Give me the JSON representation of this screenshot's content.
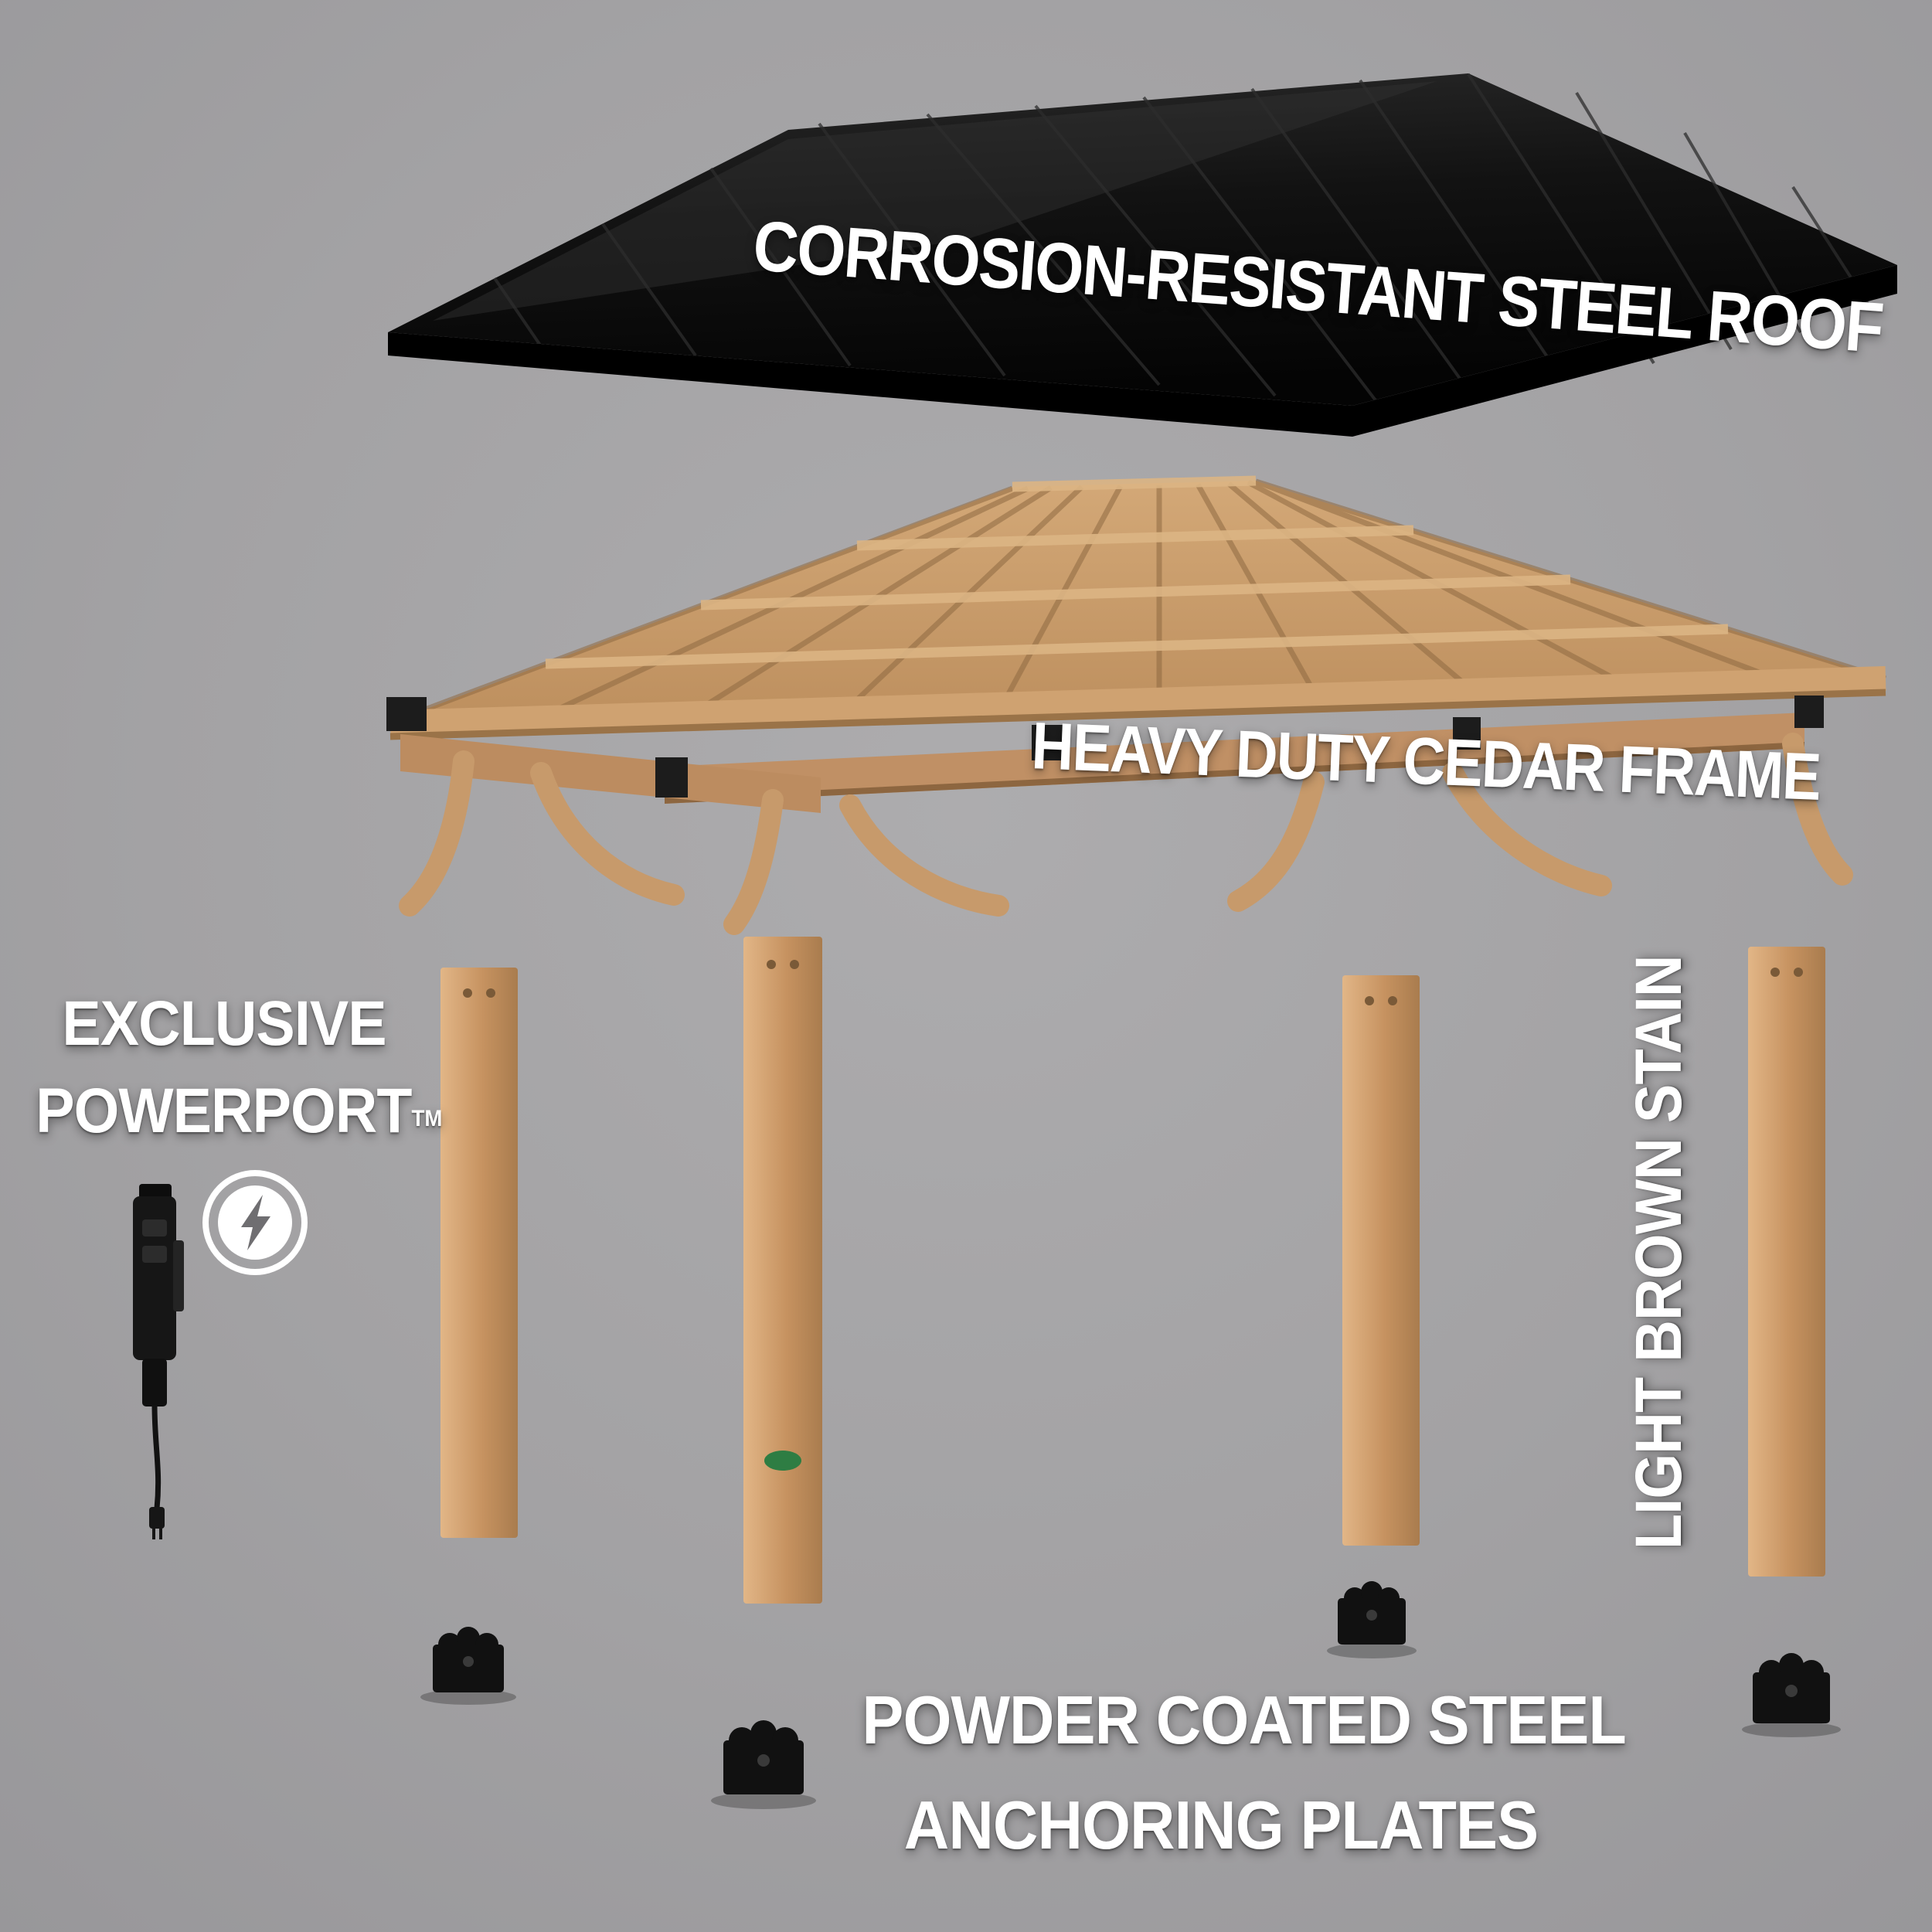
{
  "diagram": {
    "type": "exploded-product-diagram",
    "subject": "wood gazebo with steel roof",
    "background_color": "#a3a2a4",
    "label_color": "#ffffff"
  },
  "labels": {
    "roof": "CORROSION-RESISTANT STEEL ROOF",
    "frame": "HEAVY DUTY CEDAR FRAME",
    "powerport_line1": "EXCLUSIVE",
    "powerport_line2": "POWERPORT",
    "powerport_tm": "TM",
    "stain": "LIGHT BROWN STAIN",
    "anchors_line1": "POWDER COATED STEEL",
    "anchors_line2": "ANCHORING PLATES"
  },
  "components": {
    "roof": {
      "name": "steel roof panel",
      "color": "#0d0d0d"
    },
    "frame": {
      "name": "cedar roof frame",
      "color": "#c59a68"
    },
    "posts": {
      "count": 4,
      "color": "#c08e5c"
    },
    "anchor_plates": {
      "count": 4,
      "color": "#111111"
    },
    "powerport": {
      "name": "powerport outlet with cord",
      "color": "#161616"
    }
  },
  "icons": {
    "powerport": "lightning-bolt-icon"
  }
}
